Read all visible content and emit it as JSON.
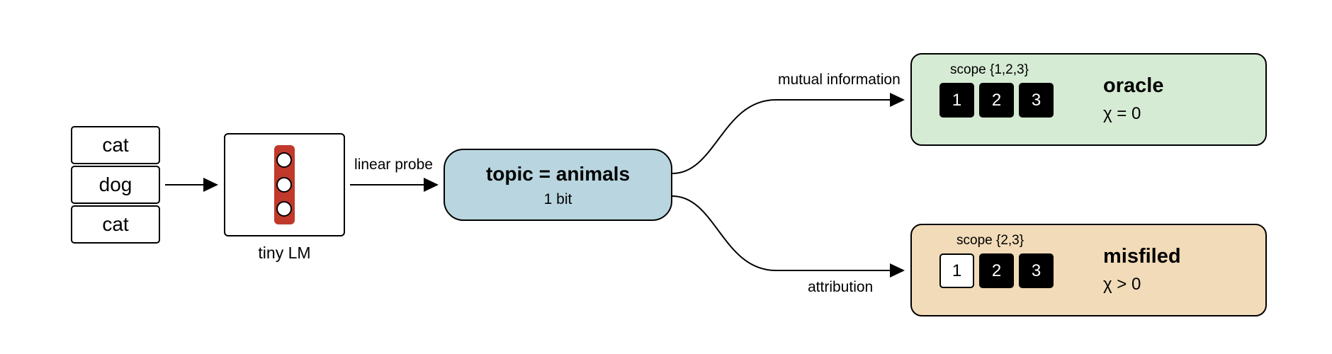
{
  "inputs": [
    "cat",
    "dog",
    "cat"
  ],
  "model": {
    "label": "tiny LM"
  },
  "probe": {
    "label": "linear probe"
  },
  "topic": {
    "title": "topic = animals",
    "subtitle": "1 bit"
  },
  "branches": {
    "top_label": "mutual information",
    "bottom_label": "attribution"
  },
  "oracle": {
    "scope": "scope {1,2,3}",
    "units": [
      {
        "label": "1",
        "active": true
      },
      {
        "label": "2",
        "active": true
      },
      {
        "label": "3",
        "active": true
      }
    ],
    "title": "oracle",
    "chi": "χ = 0",
    "color": "#d6ebd4"
  },
  "misfiled": {
    "scope": "scope {2,3}",
    "units": [
      {
        "label": "1",
        "active": false
      },
      {
        "label": "2",
        "active": true
      },
      {
        "label": "3",
        "active": true
      }
    ],
    "title": "misfiled",
    "chi": "χ > 0",
    "color": "#f2dbb8"
  },
  "colors": {
    "topic_fill": "#b9d6e0",
    "model_bar": "#c0392b"
  }
}
